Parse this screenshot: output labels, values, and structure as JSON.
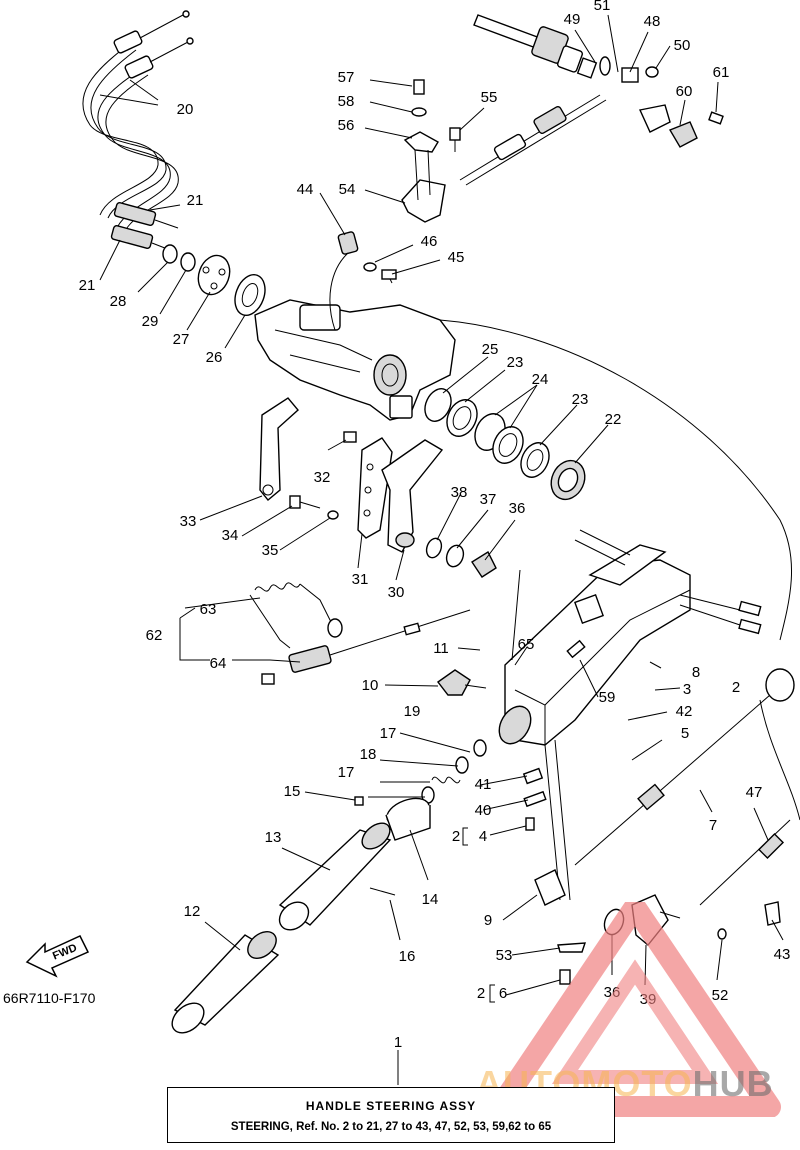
{
  "diagram": {
    "code": "66R7110-F170",
    "fwd_label": "FWD",
    "callouts": [
      "1",
      "2",
      "2",
      "2",
      "2",
      "3",
      "4",
      "5",
      "6",
      "7",
      "8",
      "9",
      "10",
      "11",
      "12",
      "13",
      "14",
      "15",
      "16",
      "17",
      "17",
      "18",
      "19",
      "20",
      "21",
      "21",
      "22",
      "23",
      "23",
      "24",
      "25",
      "26",
      "27",
      "28",
      "29",
      "30",
      "31",
      "32",
      "33",
      "34",
      "35",
      "36",
      "36",
      "37",
      "38",
      "39",
      "40",
      "41",
      "42",
      "43",
      "44",
      "45",
      "46",
      "47",
      "48",
      "49",
      "50",
      "51",
      "52",
      "53",
      "54",
      "55",
      "56",
      "57",
      "58",
      "59",
      "60",
      "61",
      "62",
      "63",
      "64",
      "65"
    ]
  },
  "assembly_box": {
    "title": "HANDLE STEERING ASSY",
    "description": "STEERING, Ref. No. 2 to 21, 27 to 43, 47, 52, 53, 59,62 to 65"
  },
  "watermark": {
    "part1": "AUTOMOTO",
    "part2": "HUB",
    "colors": {
      "triangle": "#f08080",
      "orange": "#f5b450",
      "gray": "#6e6e6e"
    }
  }
}
